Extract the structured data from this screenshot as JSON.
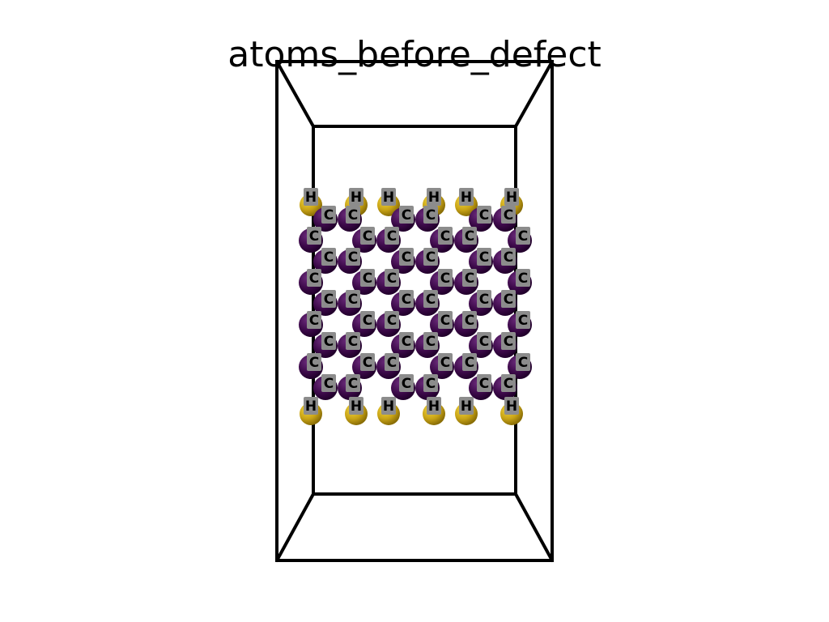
{
  "title": "atoms_before_defect",
  "colors": {
    "background": "#ffffff",
    "box_edge": "#000000",
    "carbon_atom": "#3d0a4a",
    "hydrogen_atom": "#c9a416",
    "label_bg": "#8c8c8c"
  },
  "atoms": {
    "carbon_label": "C",
    "hydrogen_label": "H",
    "chains": 6,
    "carbon_rows": 9,
    "hydrogen_rows_per_end": 1
  }
}
